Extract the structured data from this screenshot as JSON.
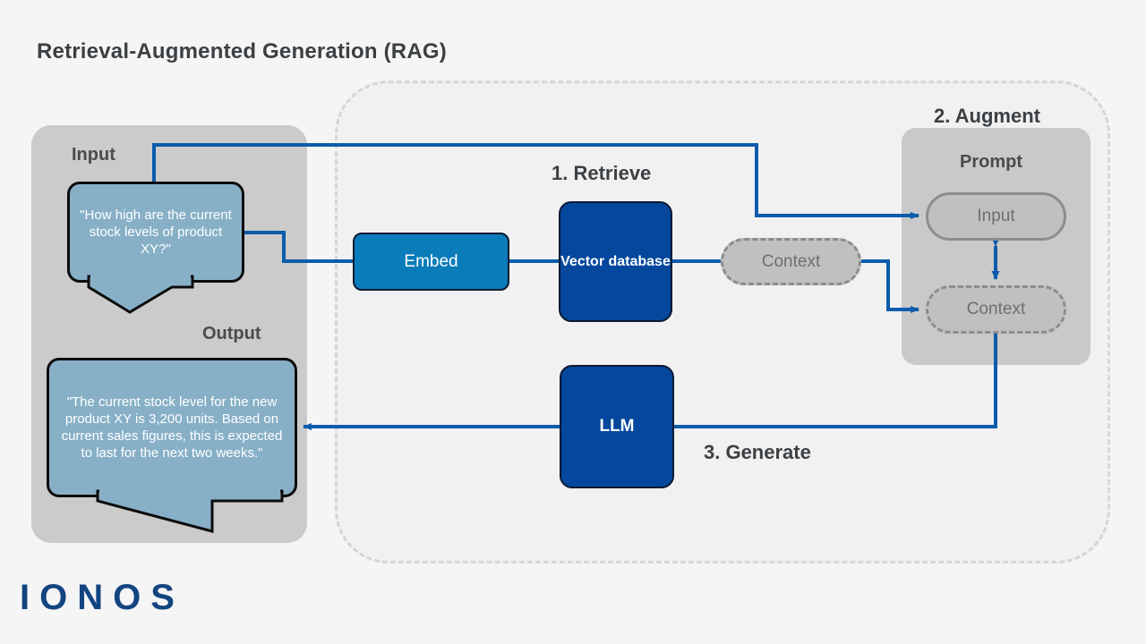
{
  "page": {
    "title": "Retrieval-Augmented Generation (RAG)",
    "logo": "IONOS",
    "bg_color": "#f5f5f6",
    "accent_blue": "#0b5cab",
    "navy": "#04479c",
    "light_blue": "#0b7cba",
    "bubble_fill": "#87b0c7",
    "panel_gray": "#cbcbcb"
  },
  "io_panel": {
    "input_label": "Input",
    "output_label": "Output",
    "input_bubble_text": "\"How high are the current stock levels of product XY?\"",
    "output_bubble_text": "\"The current stock level for the new product XY is 3,200 units. Based on current sales figures, this is expected to last for the next two weeks.\""
  },
  "steps": {
    "retrieve": "1. Retrieve",
    "augment": "2. Augment",
    "generate": "3. Generate"
  },
  "nodes": {
    "embed": "Embed",
    "vector_database": "Vector database",
    "llm": "LLM",
    "context_mid": "Context"
  },
  "prompt_panel": {
    "label": "Prompt",
    "input_pill": "Input",
    "context_pill": "Context"
  }
}
